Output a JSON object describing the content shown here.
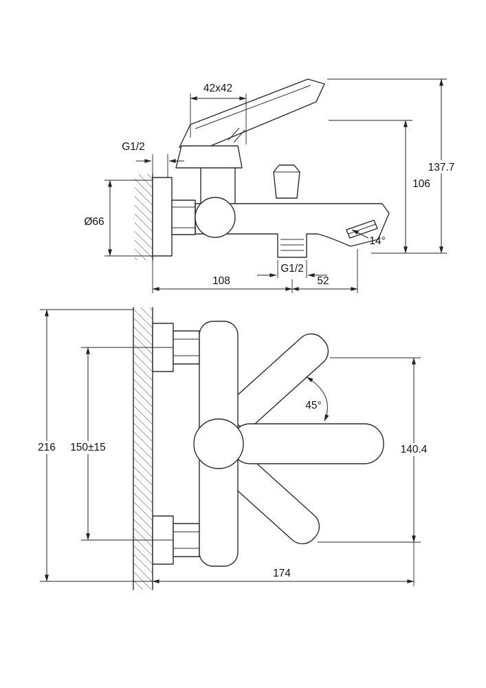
{
  "colors": {
    "background": "#ffffff",
    "object_line": "#2b2b2b",
    "dimension_line": "#222222",
    "text": "#111111"
  },
  "side_view": {
    "handle_square": "42x42",
    "wall_thread": "G1/2",
    "plate_diameter": "Ø66",
    "overall_height": "137.7",
    "height_to_spout": "106",
    "spout_angle": "14°",
    "shower_thread": "G1/2",
    "wall_to_shower_outlet": "108",
    "shower_to_spout_tip": "52"
  },
  "front_view": {
    "overall_height": "216",
    "mount_centers": "150±15",
    "handle_swing_angle": "45°",
    "body_height": "140.4",
    "overall_width": "174"
  }
}
